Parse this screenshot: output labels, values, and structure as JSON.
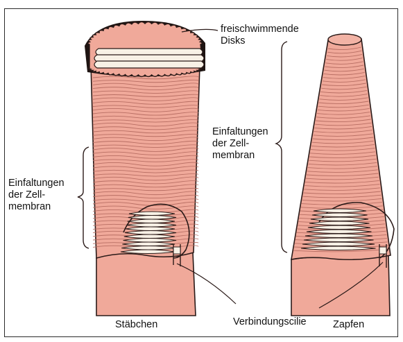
{
  "labels": {
    "discs_top": "freischwimmende",
    "discs_bottom": "Disks",
    "rod_folds": [
      "Einfaltungen",
      "der Zell-",
      "membran"
    ],
    "cone_folds": [
      "Einfaltungen",
      "der Zell-",
      "membran"
    ],
    "cilium": "Verbindungscilie",
    "rod": "Stäbchen",
    "cone": "Zapfen"
  },
  "colors": {
    "tissue": "#f0a99a",
    "tissue_dark": "#c98376",
    "outline": "#2a1a18",
    "disc_fill": "#f8f1e6",
    "background": "#ffffff"
  }
}
